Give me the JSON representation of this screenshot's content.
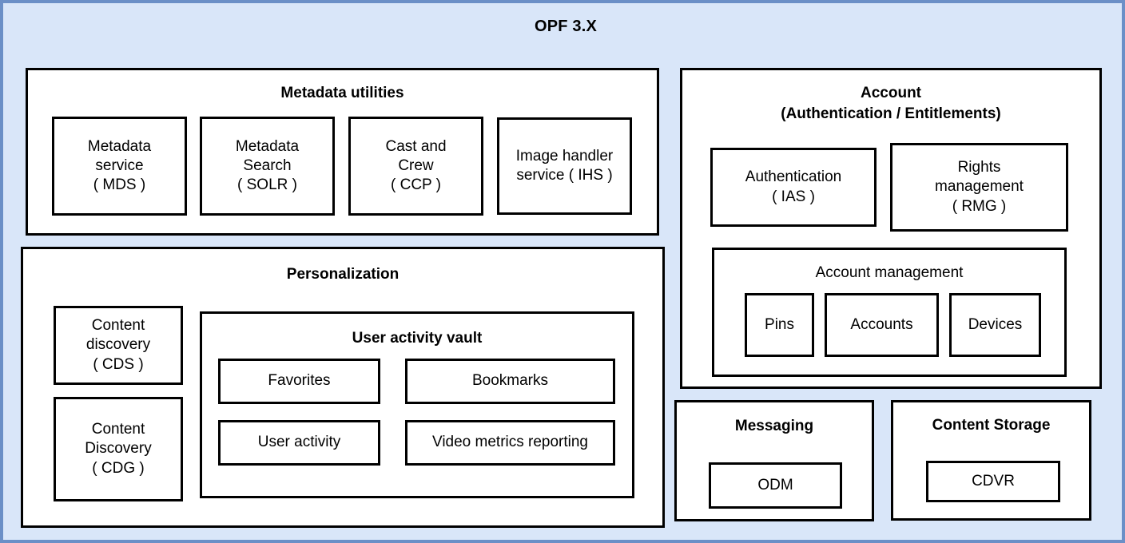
{
  "diagram": {
    "title": "OPF 3.X",
    "colors": {
      "frame_border": "#6b8fc7",
      "frame_background": "#d9e6f9",
      "box_border": "#000000",
      "box_background": "#ffffff",
      "text": "#000000"
    }
  },
  "metadata_utilities": {
    "title": "Metadata utilities",
    "items": [
      {
        "label": "Metadata\nservice\n( MDS )"
      },
      {
        "label": "Metadata\nSearch\n( SOLR )"
      },
      {
        "label": "Cast and\nCrew\n( CCP )"
      },
      {
        "label": "Image handler\nservice ( IHS )"
      }
    ]
  },
  "personalization": {
    "title": "Personalization",
    "left_items": [
      {
        "label": "Content\ndiscovery\n( CDS )"
      },
      {
        "label": "Content\nDiscovery\n( CDG )"
      }
    ],
    "user_activity_vault": {
      "title": "User activity vault",
      "items": [
        {
          "label": "Favorites"
        },
        {
          "label": "Bookmarks"
        },
        {
          "label": "User activity"
        },
        {
          "label": "Video metrics reporting"
        }
      ]
    }
  },
  "account": {
    "title": "Account\n(Authentication / Entitlements)",
    "items": [
      {
        "label": "Authentication\n( IAS )"
      },
      {
        "label": "Rights\nmanagement\n( RMG )"
      }
    ],
    "account_management": {
      "title": "Account management",
      "items": [
        {
          "label": "Pins"
        },
        {
          "label": "Accounts"
        },
        {
          "label": "Devices"
        }
      ]
    }
  },
  "messaging": {
    "title": "Messaging",
    "items": [
      {
        "label": "ODM"
      }
    ]
  },
  "content_storage": {
    "title": "Content Storage",
    "items": [
      {
        "label": "CDVR"
      }
    ]
  }
}
